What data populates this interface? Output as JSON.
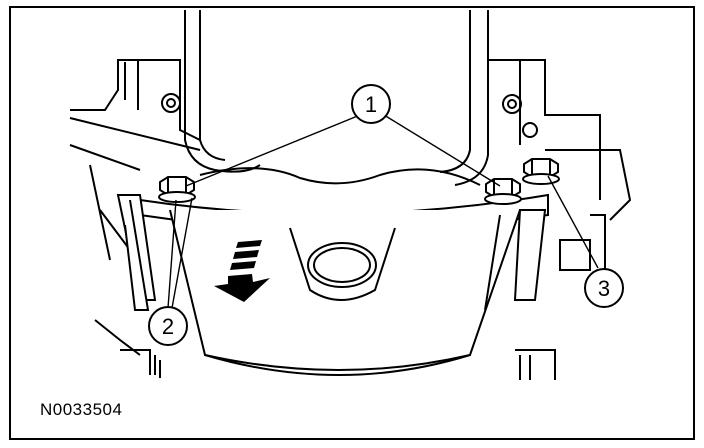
{
  "figure_id": "N0033504",
  "callouts": [
    {
      "label": "1"
    },
    {
      "label": "2"
    },
    {
      "label": "3"
    }
  ],
  "colors": {
    "line": "#000000",
    "background": "#ffffff"
  },
  "icons": [
    "bolt-icon",
    "direction-arrow-icon"
  ]
}
